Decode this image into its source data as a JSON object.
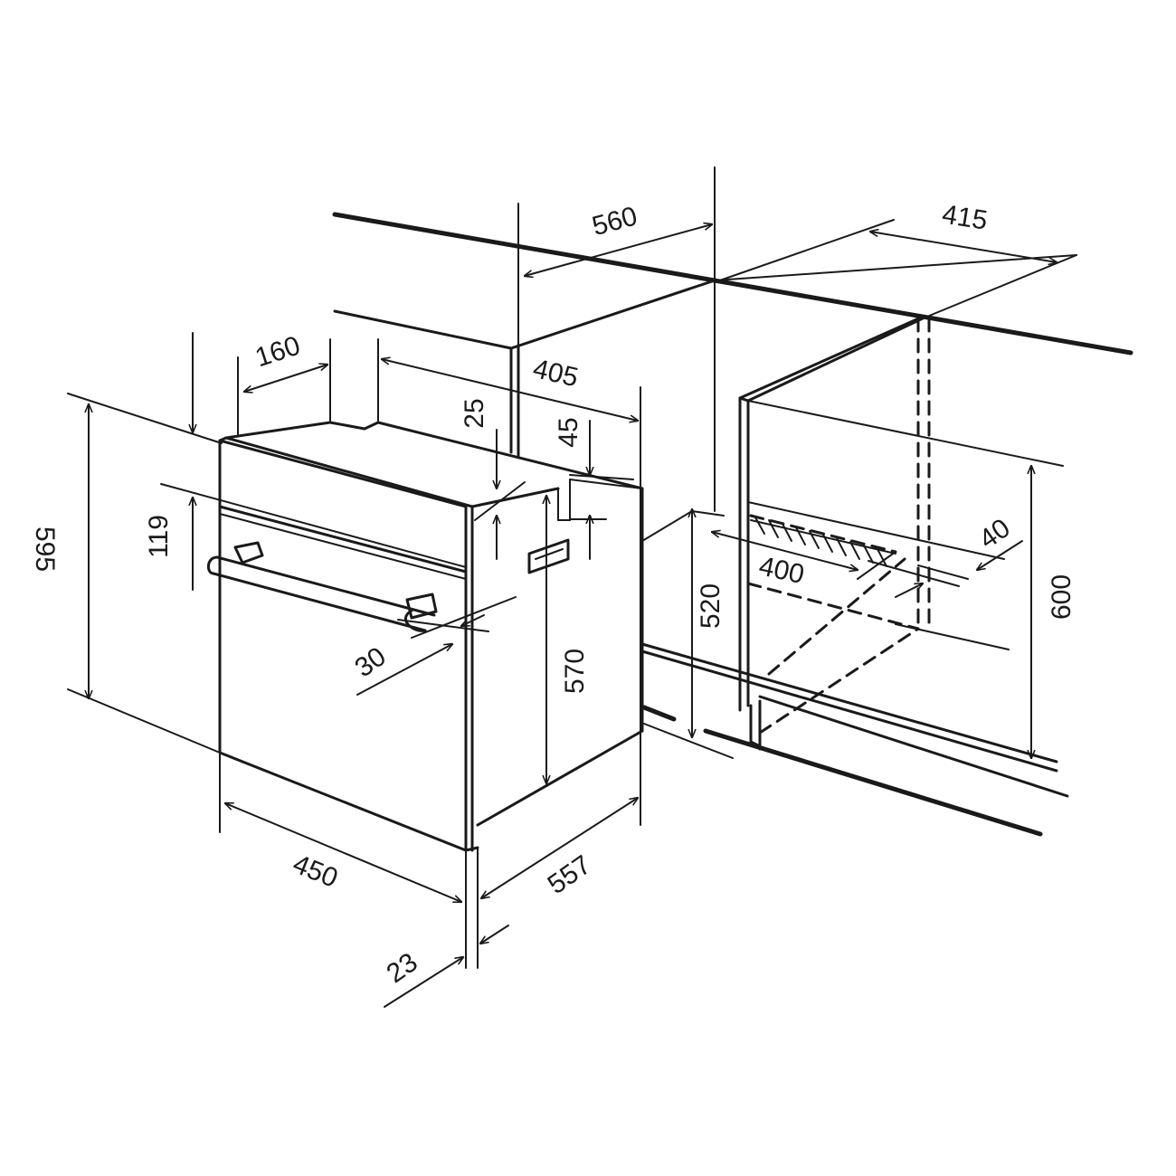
{
  "dimensions": {
    "d595": "595",
    "d119": "119",
    "d160": "160",
    "d405": "405",
    "d25": "25",
    "d45": "45",
    "d560": "560",
    "d415": "415",
    "d520": "520",
    "d400": "400",
    "d40": "40",
    "d600": "600",
    "d570": "570",
    "d30": "30",
    "d450": "450",
    "d557": "557",
    "d23": "23"
  },
  "colors": {
    "stroke": "#1a1a1a",
    "background": "#ffffff"
  }
}
